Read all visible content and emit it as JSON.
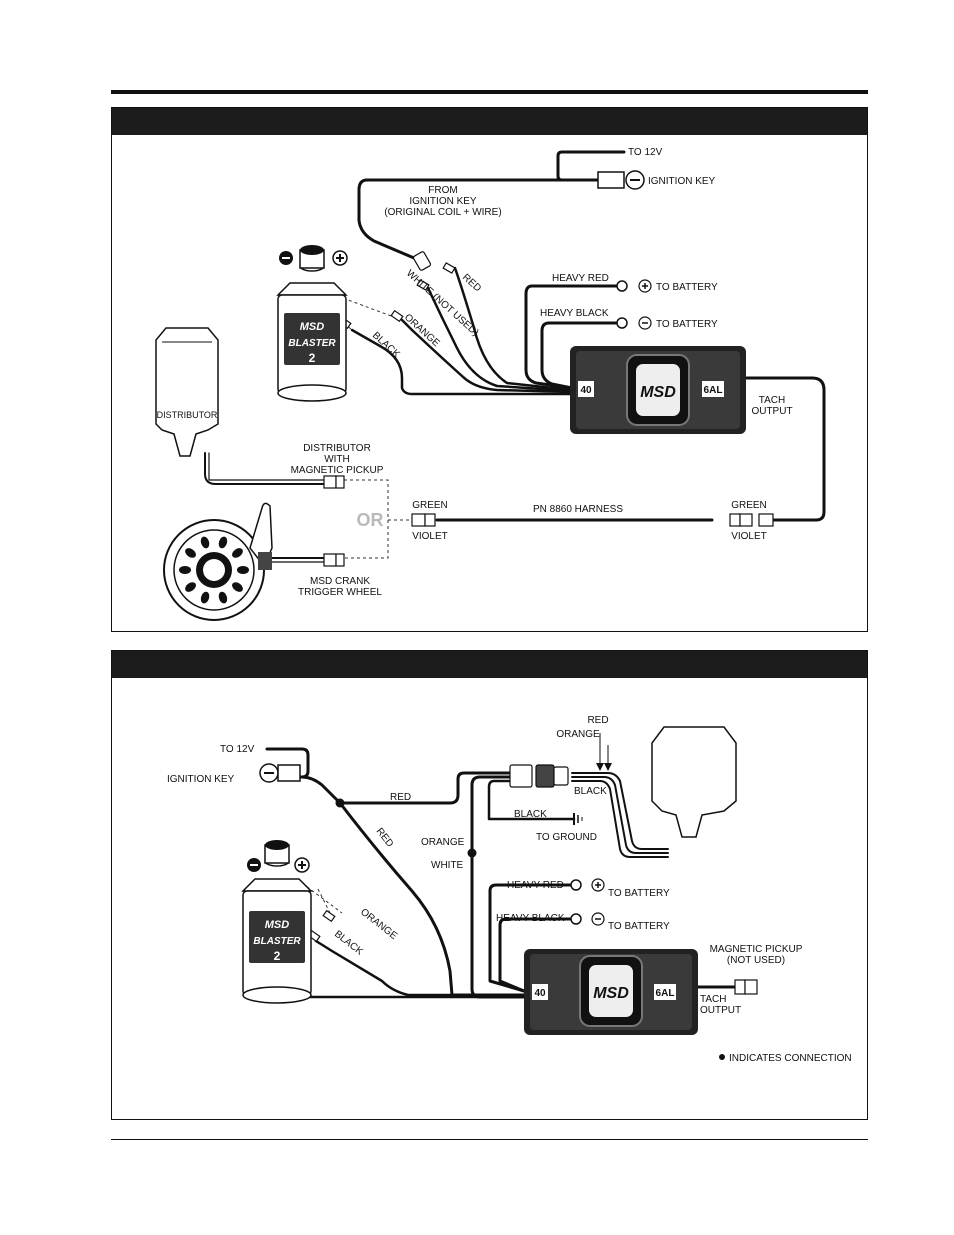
{
  "panel1": {
    "to_12v": "TO 12V",
    "ignition_key": "IGNITION KEY",
    "from_ignition_key": [
      "FROM",
      "IGNITION KEY",
      "(ORIGINAL COIL + WIRE)"
    ],
    "red": "RED",
    "white_not_used": "WHITE (NOT USED)",
    "orange": "ORANGE",
    "black": "BLACK",
    "heavy_red": "HEAVY RED",
    "heavy_black": "HEAVY BLACK",
    "to_battery_pos": "TO BATTERY",
    "to_battery_neg": "TO BATTERY",
    "tach_output": [
      "TACH",
      "OUTPUT"
    ],
    "distributor": "DISTRIBUTOR",
    "distributor_with_pickup": [
      "DISTRIBUTOR",
      "WITH",
      "MAGNETIC PICKUP"
    ],
    "or": "OR",
    "green_left": "GREEN",
    "violet_left": "VIOLET",
    "harness": "PN 8860 HARNESS",
    "green_right": "GREEN",
    "violet_right": "VIOLET",
    "crank_trigger": [
      "MSD CRANK",
      "TRIGGER WHEEL"
    ]
  },
  "panel2": {
    "to_12v": "TO 12V",
    "ignition_key": "IGNITION KEY",
    "red_top": "RED",
    "red_diag": "RED",
    "orange_dist": "ORANGE",
    "red_dist": "RED",
    "black_dist": "BLACK",
    "black_ground": "BLACK",
    "to_ground": "TO GROUND",
    "orange_mid": "ORANGE",
    "white_mid": "WHITE",
    "heavy_red": "HEAVY RED",
    "heavy_black": "HEAVY BLACK",
    "to_battery_pos": "TO BATTERY",
    "to_battery_neg": "TO BATTERY",
    "coil_orange": "ORANGE",
    "coil_black": "BLACK",
    "magnetic_pickup": [
      "MAGNETIC PICKUP",
      "(NOT USED)"
    ],
    "tach_output": [
      "TACH",
      "OUTPUT"
    ],
    "legend": "INDICATES CONNECTION"
  },
  "box": {
    "model_left": "40",
    "logo": "MSD",
    "model_right": "6AL"
  },
  "coil": {
    "brand": "MSD",
    "name": "BLASTER",
    "number": "2"
  }
}
